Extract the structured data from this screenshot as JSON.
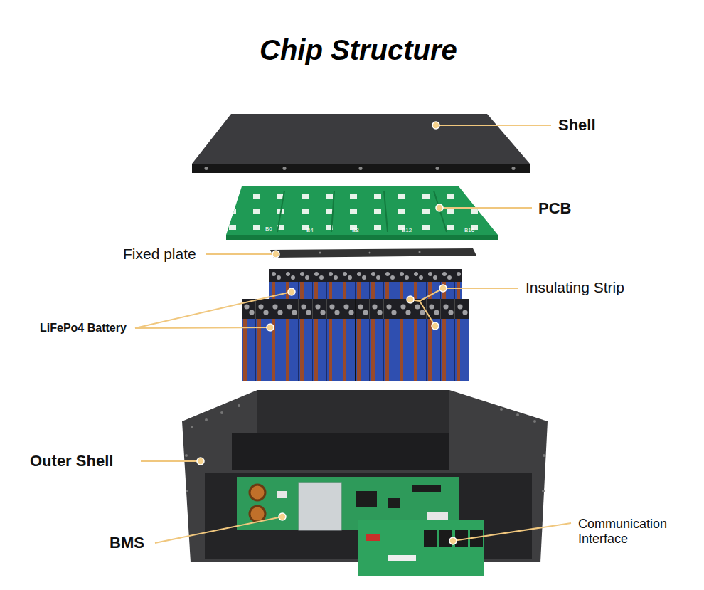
{
  "diagram": {
    "title": "Chip Structure",
    "labels": [
      "Shell",
      "PCB",
      "B0",
      "B4",
      "B8",
      "B12",
      "B16",
      "Fixed plate",
      "Insulating Strip",
      "LiFePo4 Battery",
      "Outer Shell",
      "BMS",
      "Communication Interface"
    ]
  }
}
